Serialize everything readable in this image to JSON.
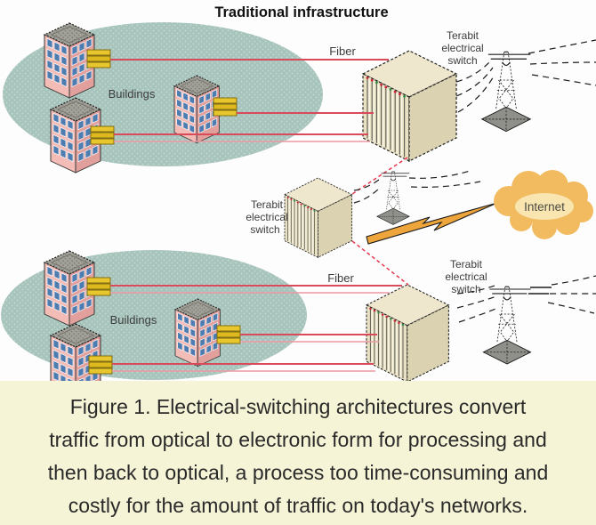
{
  "diagram": {
    "title": "Traditional infrastructure",
    "top_cluster": {
      "label": "Buildings",
      "fiber_label": "Fiber"
    },
    "bottom_cluster": {
      "label": "Buildings",
      "fiber_label": "Fiber"
    },
    "switch_top": {
      "line1": "Terabit",
      "line2": "electrical",
      "line3": "switch"
    },
    "switch_middle": {
      "line1": "Terabit",
      "line2": "electrical",
      "line3": "switch"
    },
    "switch_bottom": {
      "line1": "Terabit",
      "line2": "electrical",
      "line3": "switch"
    },
    "internet_label": "Internet",
    "colors": {
      "ellipse_teal": "#a7c4bc",
      "building_pink": "#f4bcb6",
      "connector_gold": "#e8c62e",
      "fiber_red": "#d94a5a",
      "switch_beige": "#e9e1c4",
      "lightning_orange": "#eea53c",
      "cloud_orange": "#f2bb60",
      "caption_bg": "#f6f4d6"
    }
  },
  "caption": {
    "line1": "Figure 1. Electrical-switching architectures convert",
    "line2": "traffic from optical to electronic form for processing and",
    "line3": "then back to optical, a process too time-consuming and",
    "line4": "costly for the amount of traffic on today's networks."
  }
}
